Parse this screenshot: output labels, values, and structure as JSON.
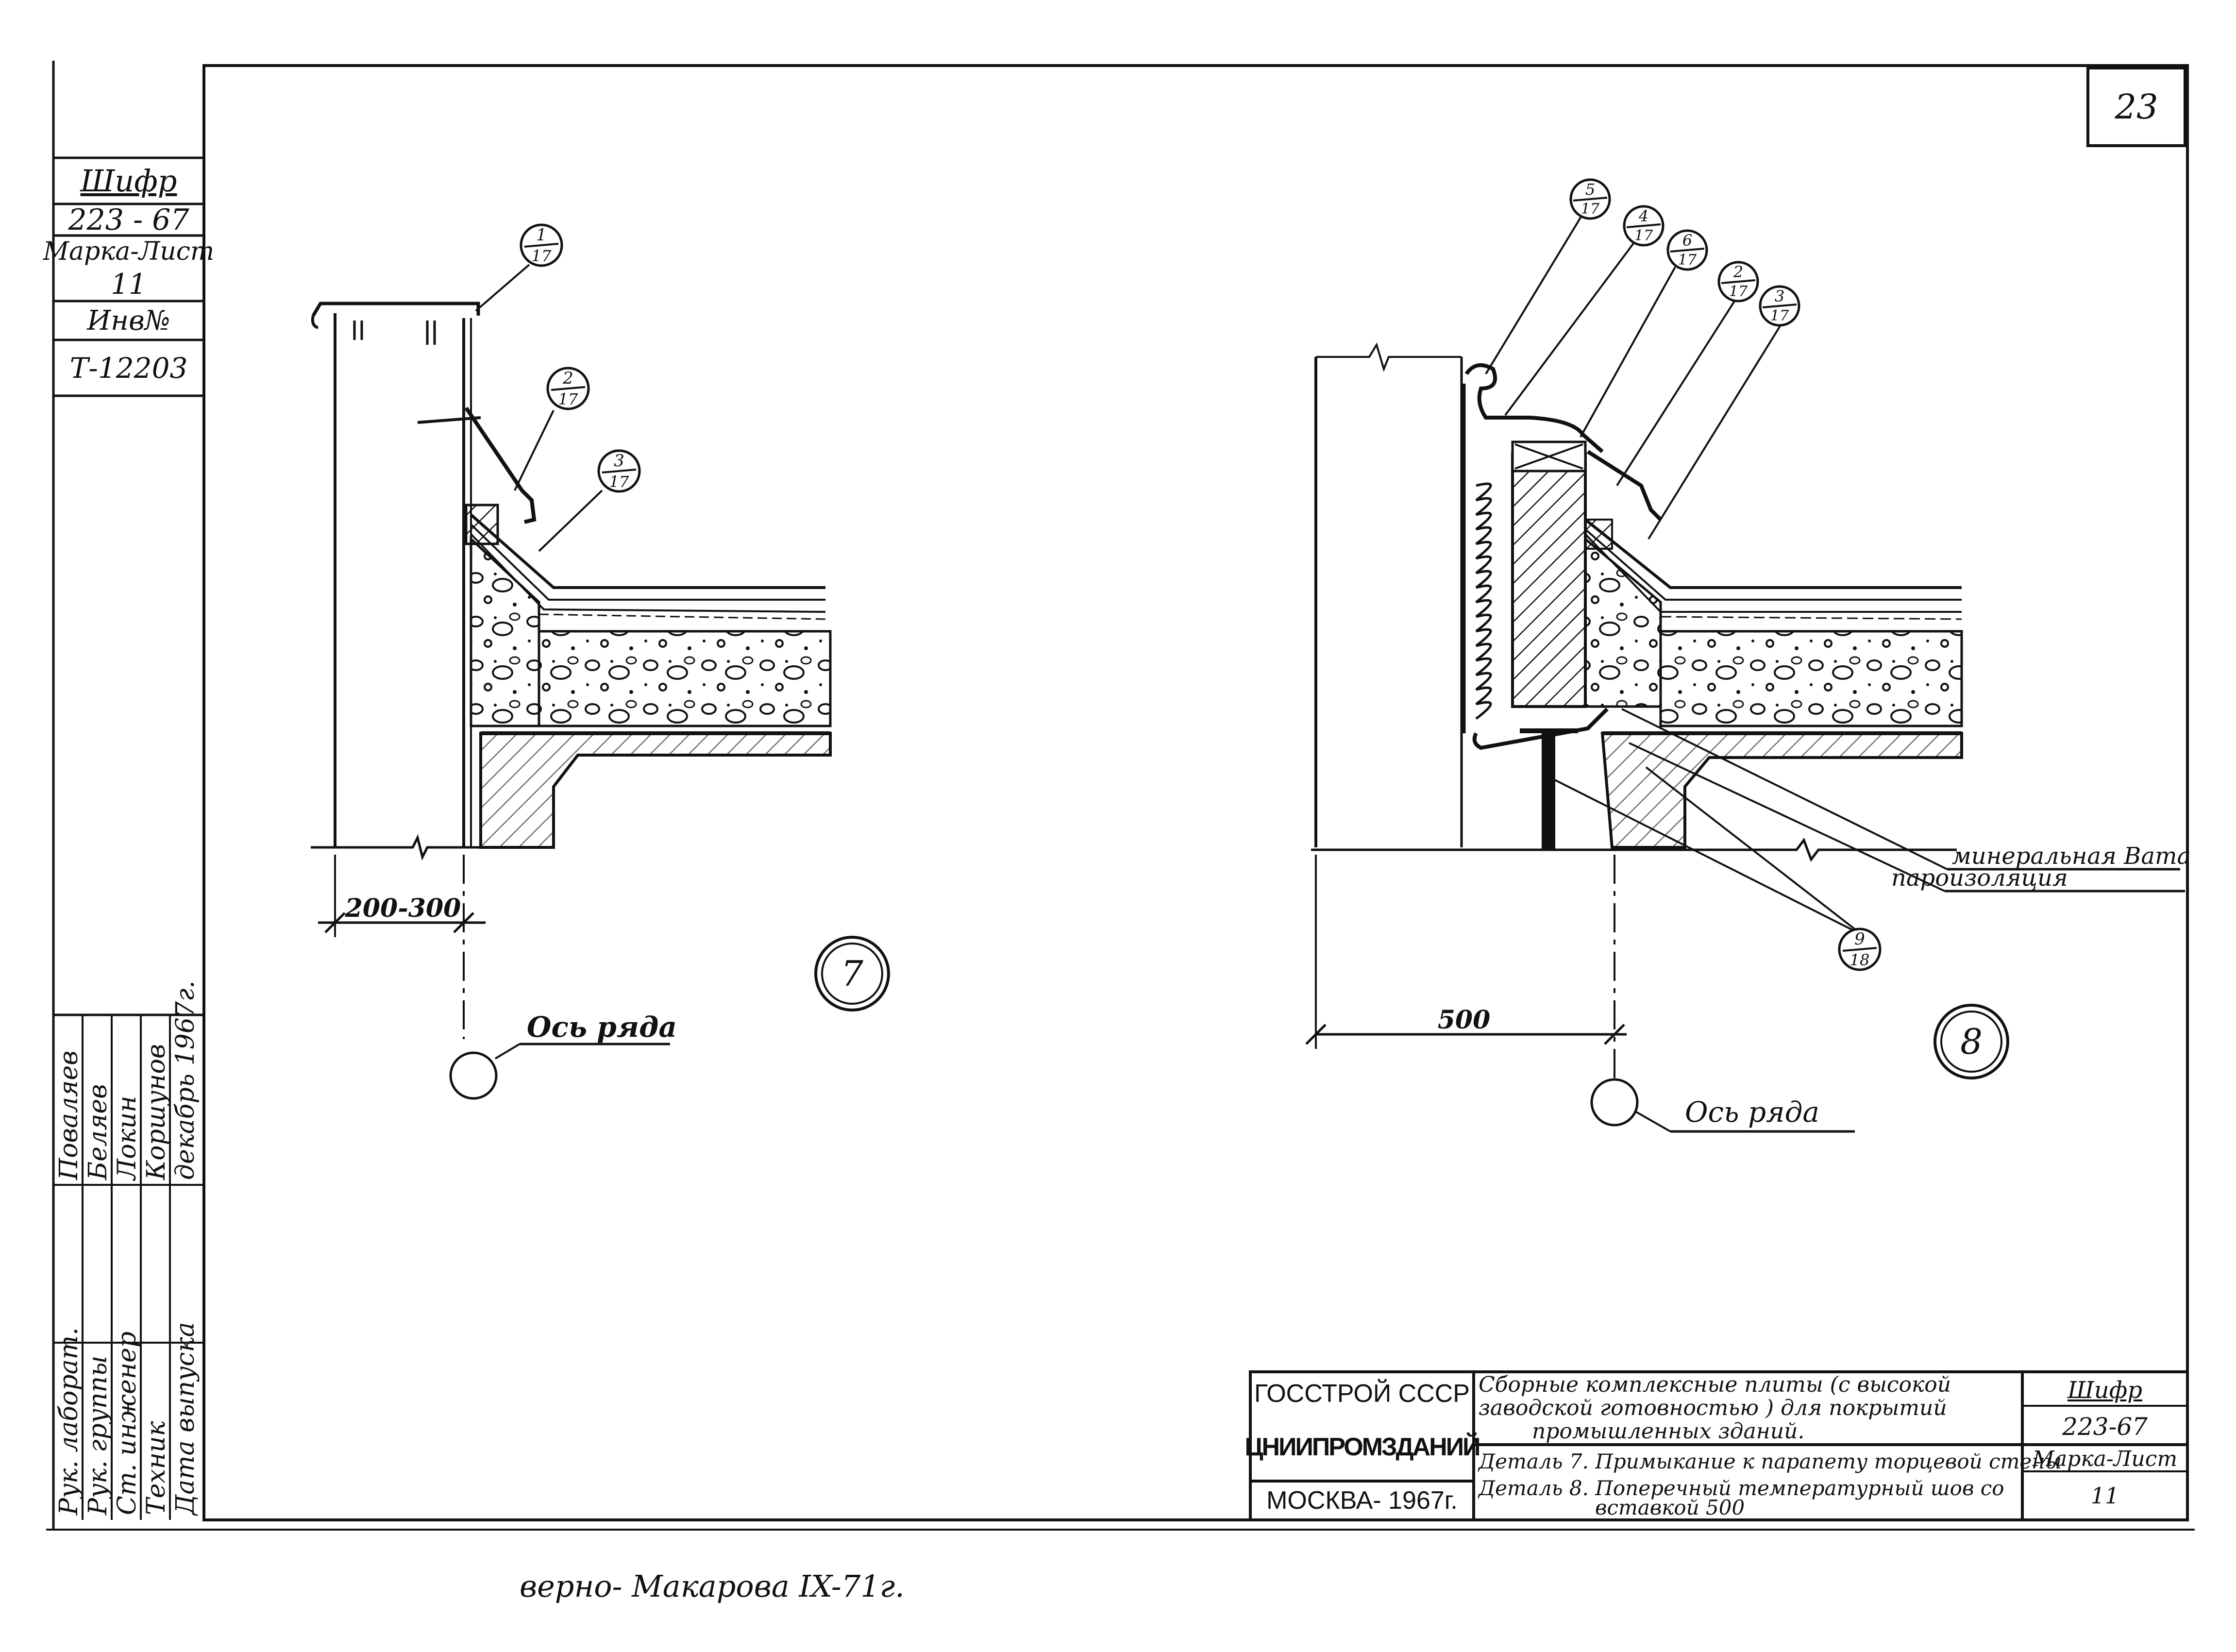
{
  "sheet": {
    "page_number": "23"
  },
  "side_stamp": {
    "code_label": "Шифр",
    "code_value": "223 - 67",
    "mark_label": "Марка-Лист",
    "mark_value": "11",
    "inv_label": "Инв№",
    "inv_value": "Т-12203"
  },
  "signatures": {
    "roles": [
      "Рук. лаборат.",
      "Рук. группы",
      "Ст. инженер",
      "Техник",
      "Дата выпуска"
    ],
    "names": [
      "Поваляев",
      "Беляев",
      "Локин",
      "Коршунов",
      "декабрь 1967г."
    ]
  },
  "detail7": {
    "callouts": [
      {
        "num": "1",
        "den": "17"
      },
      {
        "num": "2",
        "den": "17"
      },
      {
        "num": "3",
        "den": "17"
      }
    ],
    "dimension": "200-300",
    "axis_label": "Ось ряда",
    "number": "7"
  },
  "detail8": {
    "callouts": [
      {
        "num": "5",
        "den": "17"
      },
      {
        "num": "4",
        "den": "17"
      },
      {
        "num": "6",
        "den": "17"
      },
      {
        "num": "2",
        "den": "17"
      },
      {
        "num": "3",
        "den": "17"
      },
      {
        "num": "9",
        "den": "18"
      }
    ],
    "labels": {
      "mineral_wool": "минеральная Вата",
      "vapor_barrier": "пароизоляция"
    },
    "dimension": "500",
    "axis_label": "Ось ряда",
    "number": "8"
  },
  "title_block": {
    "org1": "ГОССТРОЙ СССР",
    "org2": "ЦНИИПРОМЗДАНИЙ",
    "city": "МОСКВА- 1967г.",
    "title_lines": [
      "Сборные комплексные плиты (с высокой",
      "заводской готовностью ) для покрытий",
      "промышленных зданий."
    ],
    "detail_line1": "Деталь 7. Примыкание к парапету торцевой стены",
    "detail_line2a": "Деталь 8. Поперечный температурный шов со",
    "detail_line2b": "вставкой 500",
    "code_label": "Шифр",
    "code_value": "223-67",
    "mark_label": "Марка-Лист",
    "mark_value": "11"
  },
  "footer": {
    "handwritten_note": "верно- Макарова IX-71г."
  }
}
